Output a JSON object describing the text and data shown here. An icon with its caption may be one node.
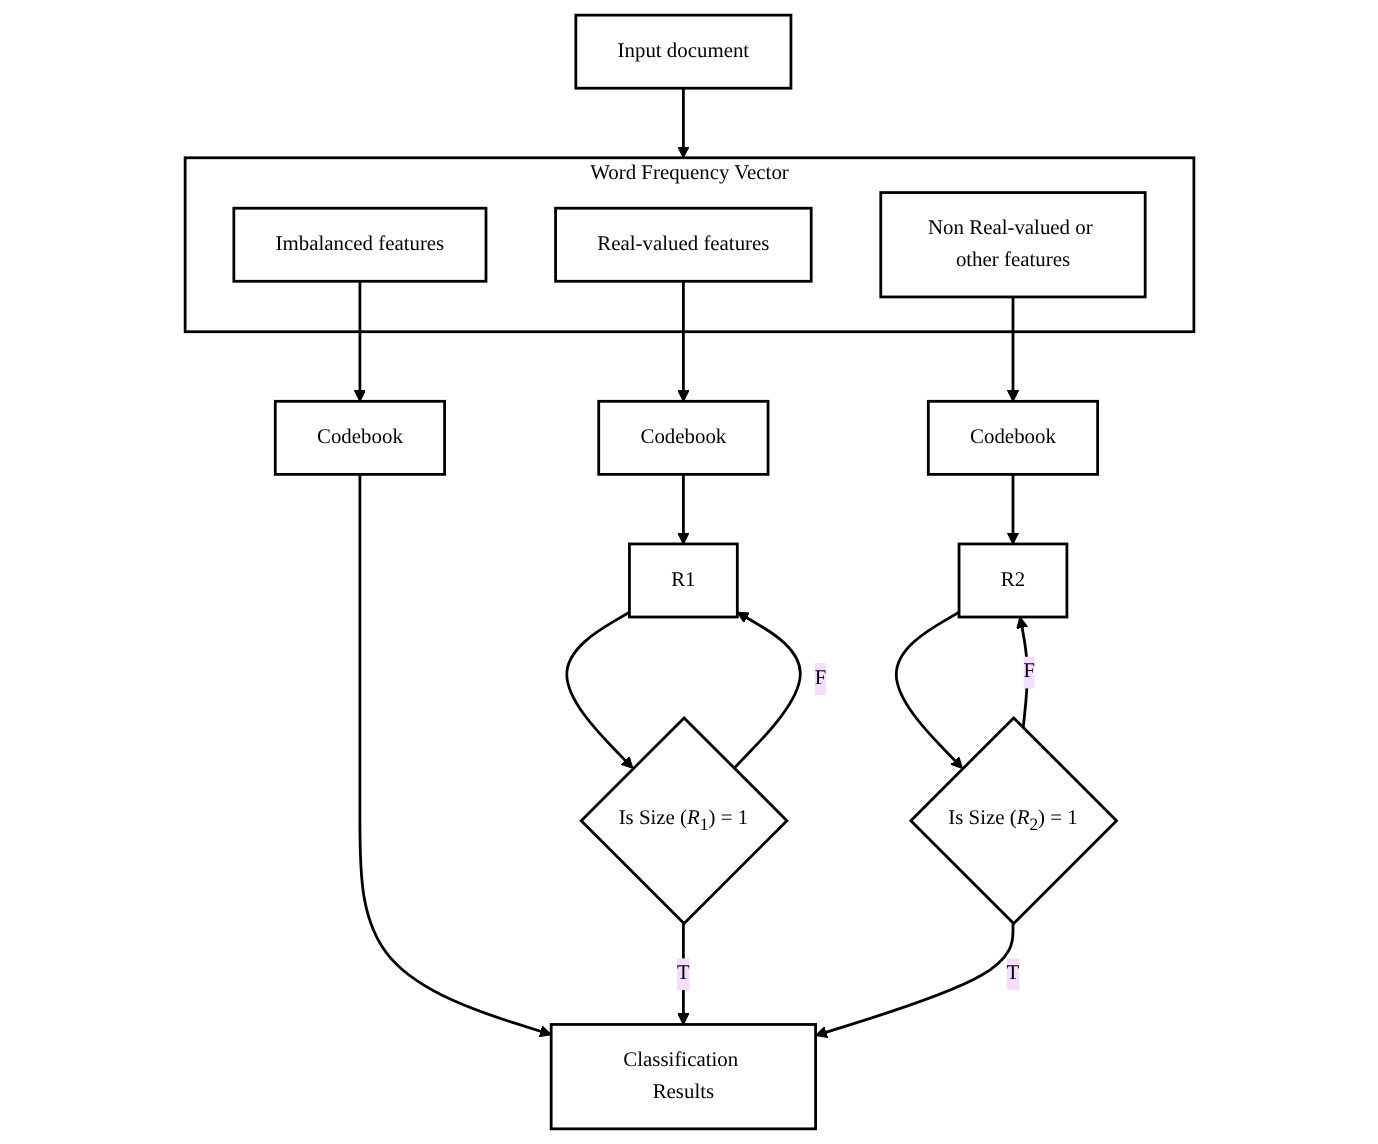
{
  "diagram": {
    "nodes": [
      {
        "text": [
          "Input document"
        ]
      },
      {
        "text": [
          "Word Frequency Vector"
        ]
      },
      {
        "text": [
          "Real-valued features"
        ],
        "in": 1
      },
      {
        "text": [
          "Non Real-valued or other features"
        ],
        "in": 1
      },
      {
        "text": [
          "Imbalanced features"
        ],
        "in": 1
      },
      {
        "text": [
          "Codebook"
        ]
      },
      {
        "text": [
          "Codebook"
        ]
      },
      {
        "text": [
          "Codebook"
        ]
      },
      {
        "text": [
          "R1"
        ]
      },
      {
        "text": [
          "R2"
        ]
      },
      {
        "text": [
          "Classification Results"
        ]
      },
      {
        "text": [
          "Is Size (*R*$_{1}$) = 1"
        ]
      },
      {
        "text": [
          "Is Size (*R*$_{2}$) = 1"
        ]
      }
    ],
    "edges": [
      {
        "from": 0,
        "to": 1,
        "arrow": "to"
      },
      {
        "from": 2,
        "to": 5,
        "arrow": "to"
      },
      {
        "from": 3,
        "to": 6,
        "arrow": "to"
      },
      {
        "from": 4,
        "to": 7,
        "arrow": "to"
      },
      {
        "from": 5,
        "to": 8,
        "arrow": "to"
      },
      {
        "from": 6,
        "to": 9,
        "arrow": "to"
      },
      {
        "from": 8,
        "to": 11,
        "arrow": "to"
      },
      {
        "from": 11,
        "to": 8,
        "arrow": "to",
        "label": "F"
      },
      {
        "from": 9,
        "to": 12,
        "arrow": "to"
      },
      {
        "from": 12,
        "to": 9,
        "arrow": "to",
        "label": "F"
      },
      {
        "from": 7,
        "to": 10,
        "arrow": "to"
      },
      {
        "from": 11,
        "to": 10,
        "arrow": "to",
        "label": "T"
      },
      {
        "from": 12,
        "to": 10,
        "arrow": "to",
        "label": "T"
      }
    ]
  }
}
